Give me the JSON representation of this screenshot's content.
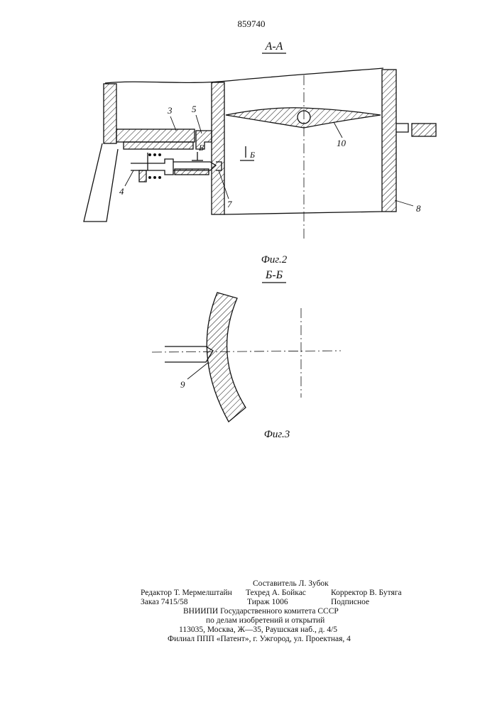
{
  "document": {
    "patent_number": "859740"
  },
  "figure2": {
    "section_label": "А-А",
    "caption": "Фиг.2",
    "callouts": [
      "3",
      "5",
      "4",
      "7",
      "10",
      "8"
    ],
    "section_marker": "Б"
  },
  "figure3": {
    "section_label": "Б-Б",
    "caption": "Фиг.3",
    "callouts": [
      "9"
    ]
  },
  "imprint": {
    "compiler": "Составитель Л. Зубок",
    "editor": "Редактор Т. Мермелштайн",
    "tech_editor": "Техред А. Бойкас",
    "corrector": "Корректор В. Бутяга",
    "order": "Заказ 7415/58",
    "circulation": "Тираж 1006",
    "subscription": "Подписное",
    "org_line1": "ВНИИПИ Государственного комитета СССР",
    "org_line2": "по делам изобретений и открытий",
    "address": "113035, Москва, Ж—35, Раушская наб., д. 4/5",
    "branch": "Филиал ППП «Патент», г. Ужгород, ул. Проектная, 4"
  }
}
